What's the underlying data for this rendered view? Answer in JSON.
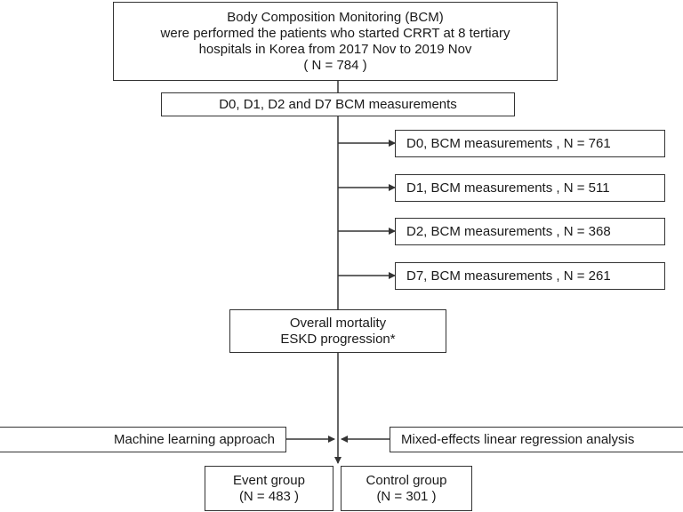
{
  "top_box": {
    "line1": "Body Composition Monitoring (BCM)",
    "line2": "were performed the patients who started CRRT at 8 tertiary",
    "line3": "hospitals in Korea from 2017 Nov  to 2019 Nov",
    "line4": "( N = 784 )"
  },
  "measure_box": {
    "label": "D0, D1, D2 and D7 BCM measurements"
  },
  "branches": [
    {
      "label": "D0, BCM measurements , N = 761"
    },
    {
      "label": "D1, BCM measurements , N = 511"
    },
    {
      "label": "D2, BCM measurements , N = 368"
    },
    {
      "label": "D7, BCM measurements , N = 261"
    }
  ],
  "outcome_box": {
    "line1": "Overall mortality",
    "line2": "ESKD progression*"
  },
  "ml_box": {
    "label": "Machine learning approach"
  },
  "mixed_box": {
    "label": "Mixed-effects linear regression analysis"
  },
  "event_box": {
    "line1": "Event group",
    "line2": "(N = 483 )"
  },
  "control_box": {
    "line1": "Control group",
    "line2": "(N = 301 )"
  }
}
